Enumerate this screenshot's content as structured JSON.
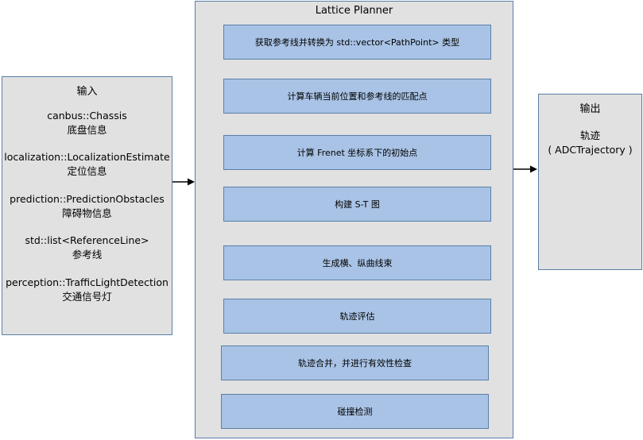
{
  "input": {
    "title": "输入",
    "items": [
      {
        "name": "canbus::Chassis",
        "desc": "底盘信息"
      },
      {
        "name": "localization::LocalizationEstimate",
        "desc": "定位信息"
      },
      {
        "name": "prediction::PredictionObstacles",
        "desc": "障碍物信息"
      },
      {
        "name": "std::list<ReferenceLine>",
        "desc": "参考线"
      },
      {
        "name": "perception::TrafficLightDetection",
        "desc": "交通信号灯"
      }
    ]
  },
  "planner": {
    "title": "Lattice Planner",
    "steps": [
      "获取参考线并转换为 std::vector<PathPoint> 类型",
      "计算车辆当前位置和参考线的匹配点",
      "计算 Frenet 坐标系下的初始点",
      "构建 S-T 图",
      "生成横、纵曲线束",
      "轨迹评估",
      "轨迹合并，并进行有效性检查",
      "碰撞检测"
    ]
  },
  "output": {
    "title": "输出",
    "value": "轨迹",
    "type": "( ADCTrajectory )"
  }
}
